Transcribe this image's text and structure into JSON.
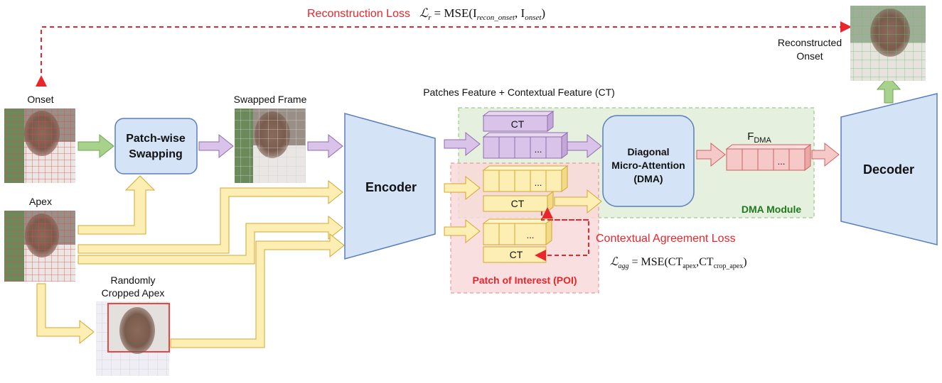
{
  "top_loss": {
    "label": "Reconstruction Loss",
    "formula_lhs": "ℒ",
    "formula_lhs_sub": "r",
    "formula_eq": "= MSE(I",
    "formula_sub1": "recon_onset",
    "formula_mid": ",  I",
    "formula_sub2": "onset",
    "formula_end": ")"
  },
  "inputs": {
    "onset": "Onset",
    "apex": "Apex",
    "cropped_line1": "Randomly",
    "cropped_line2": "Cropped Apex",
    "swapped": "Swapped Frame"
  },
  "blocks": {
    "swap_line1": "Patch-wise",
    "swap_line2": "Swapping",
    "encoder": "Encoder",
    "decoder": "Decoder",
    "dma_line1": "Diagonal",
    "dma_line2": "Micro-Attention",
    "dma_line3": "(DMA)",
    "dma_module": "DMA Module",
    "poi": "Patch of Interest (POI)"
  },
  "features": {
    "header": "Patches Feature + Contextual Feature (CT)",
    "ct": "CT",
    "dots": "...",
    "fdma": "F",
    "fdma_sub": "DMA"
  },
  "output": {
    "line1": "Reconstructed",
    "line2": "Onset"
  },
  "agg_loss": {
    "label": "Contextual Agreement Loss",
    "formula_lhs": "ℒ",
    "formula_lhs_sub": "agg",
    "formula_eq": "= MSE(CT",
    "formula_sub1": "apex",
    "formula_mid": ",CT",
    "formula_sub2": "crop_apex",
    "formula_end": ")"
  },
  "colors": {
    "red": "#e8262b",
    "green_arrow": "#a9d18e",
    "purple": "#d9c3e8",
    "yellow": "#fdeeb3",
    "blue": "#d5e3f7",
    "pink": "#f6c9c9",
    "dark_green": "#1f7a1f"
  }
}
